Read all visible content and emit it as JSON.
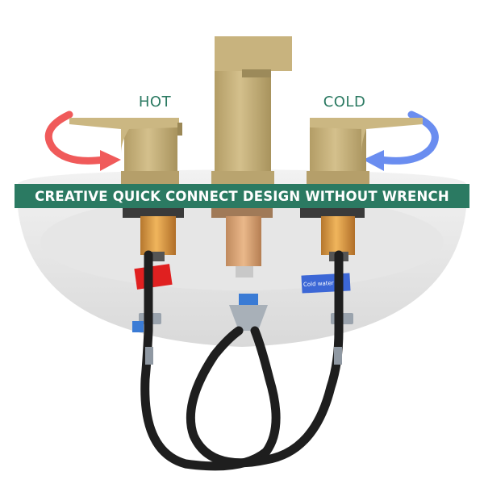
{
  "labels": {
    "hot": "HOT",
    "cold": "COLD"
  },
  "banner": {
    "text": "CREATIVE QUICK CONNECT DESIGN WITHOUT WRENCH"
  },
  "tags": {
    "cold_water": "Cold water"
  },
  "colors": {
    "hot_arrow": "#f05a5a",
    "cold_arrow": "#6a8df0",
    "label_text": "#2b7a62",
    "banner_bg": "#2b7a62",
    "banner_text": "#ffffff",
    "brass": "#c6b07a",
    "copper": "#d99a4a",
    "hose": "#1e1e1e"
  }
}
